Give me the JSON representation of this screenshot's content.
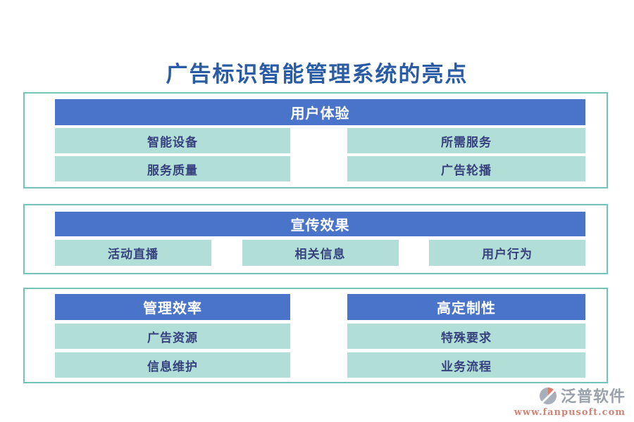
{
  "page": {
    "title": "广告标识智能管理系统的亮点"
  },
  "colors": {
    "header_blue": "#4a74c9",
    "item_teal": "#b2ded8",
    "box_border_teal": "#73c3b7",
    "title_blue": "#2a5ca6",
    "item_text_navy": "#36427d",
    "brand_gray": "#9ba1ab",
    "url_coral": "#cf8577"
  },
  "sections": [
    {
      "header": "用户体验",
      "layout": "grid-2x2",
      "items": [
        "智能设备",
        "所需服务",
        "服务质量",
        "广告轮播"
      ]
    },
    {
      "header": "宣传效果",
      "layout": "row-3",
      "items": [
        "活动直播",
        "相关信息",
        "用户行为"
      ]
    },
    {
      "layout": "two-columns",
      "columns": [
        {
          "header": "管理效率",
          "items": [
            "广告资源",
            "信息维护"
          ]
        },
        {
          "header": "高定制性",
          "items": [
            "特殊要求",
            "业务流程"
          ]
        }
      ]
    }
  ],
  "footer": {
    "brand": "泛普软件",
    "url": "www.fanpusoft.com"
  }
}
